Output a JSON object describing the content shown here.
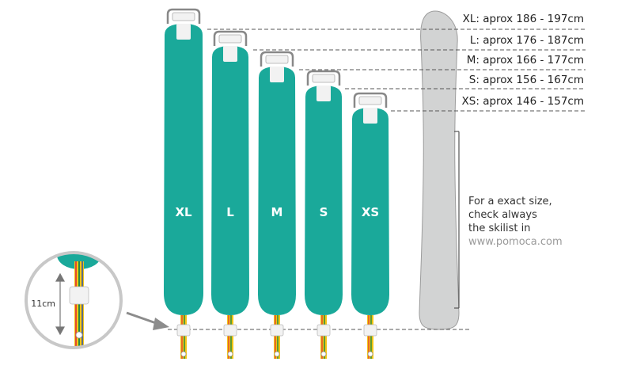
{
  "colors": {
    "skin": "#1aa99a",
    "skin_shade": "#128a7e",
    "ski": "#d2d3d3",
    "ski_edge": "#9c9c9c",
    "dashed": "#555555",
    "clip": "#f2f2f2"
  },
  "skins": [
    {
      "size": "XL"
    },
    {
      "size": "L"
    },
    {
      "size": "M"
    },
    {
      "size": "S"
    },
    {
      "size": "XS"
    }
  ],
  "size_rows": [
    {
      "label": "XL: aprox 186 - 197cm"
    },
    {
      "label": "L: aprox 176 - 187cm"
    },
    {
      "label": "M: aprox 166 - 177cm"
    },
    {
      "label": "S: aprox 156 - 167cm"
    },
    {
      "label": "XS: aprox 146 - 157cm"
    }
  ],
  "note": {
    "lines": [
      "For a exact size,",
      "check always",
      "the skilist in"
    ],
    "link": "www.pomoca.com"
  },
  "detail": {
    "dimension": "11cm"
  },
  "icons": {
    "tip_clip": "tip-clip-icon",
    "tail_strap": "tail-strap-icon",
    "arrow": "arrow-icon"
  }
}
